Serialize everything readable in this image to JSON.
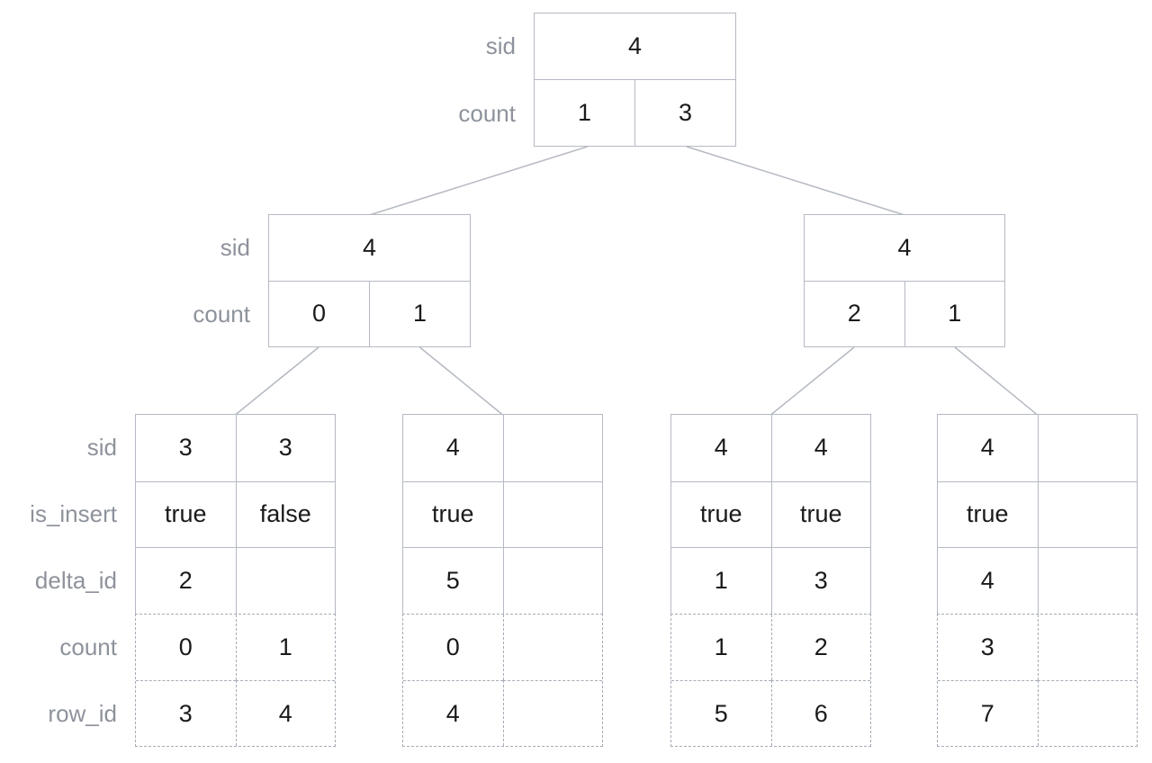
{
  "colors": {
    "border": "#b5b9c2",
    "dashed_border": "#a6abb5",
    "label": "#8d929b",
    "value": "#1a1a1a",
    "background": "#ffffff"
  },
  "row_labels": {
    "internal": [
      "sid",
      "count"
    ],
    "leaf": [
      "sid",
      "is_insert",
      "delta_id",
      "count",
      "row_id"
    ]
  },
  "nodes": {
    "root": {
      "sid": "4",
      "count": [
        "1",
        "3"
      ]
    },
    "mid_left": {
      "sid": "4",
      "count": [
        "0",
        "1"
      ]
    },
    "mid_right": {
      "sid": "4",
      "count": [
        "2",
        "1"
      ]
    },
    "leaf_0": {
      "sid": [
        "3",
        "3"
      ],
      "is_insert": [
        "true",
        "false"
      ],
      "delta_id": [
        "2",
        ""
      ],
      "count": [
        "0",
        "1"
      ],
      "row_id": [
        "3",
        "4"
      ]
    },
    "leaf_1": {
      "sid": [
        "4",
        ""
      ],
      "is_insert": [
        "true",
        ""
      ],
      "delta_id": [
        "5",
        ""
      ],
      "count": [
        "0",
        ""
      ],
      "row_id": [
        "4",
        ""
      ]
    },
    "leaf_2": {
      "sid": [
        "4",
        "4"
      ],
      "is_insert": [
        "true",
        "true"
      ],
      "delta_id": [
        "1",
        "3"
      ],
      "count": [
        "1",
        "2"
      ],
      "row_id": [
        "5",
        "6"
      ]
    },
    "leaf_3": {
      "sid": [
        "4",
        ""
      ],
      "is_insert": [
        "true",
        ""
      ],
      "delta_id": [
        "4",
        ""
      ],
      "count": [
        "3",
        ""
      ],
      "row_id": [
        "7",
        ""
      ]
    }
  },
  "edges": [
    {
      "from": "root.count.0",
      "to": "mid_left"
    },
    {
      "from": "root.count.1",
      "to": "mid_right"
    },
    {
      "from": "mid_left.count.0",
      "to": "leaf_0"
    },
    {
      "from": "mid_left.count.1",
      "to": "leaf_1"
    },
    {
      "from": "mid_right.count.0",
      "to": "leaf_2"
    },
    {
      "from": "mid_right.count.1",
      "to": "leaf_3"
    }
  ]
}
